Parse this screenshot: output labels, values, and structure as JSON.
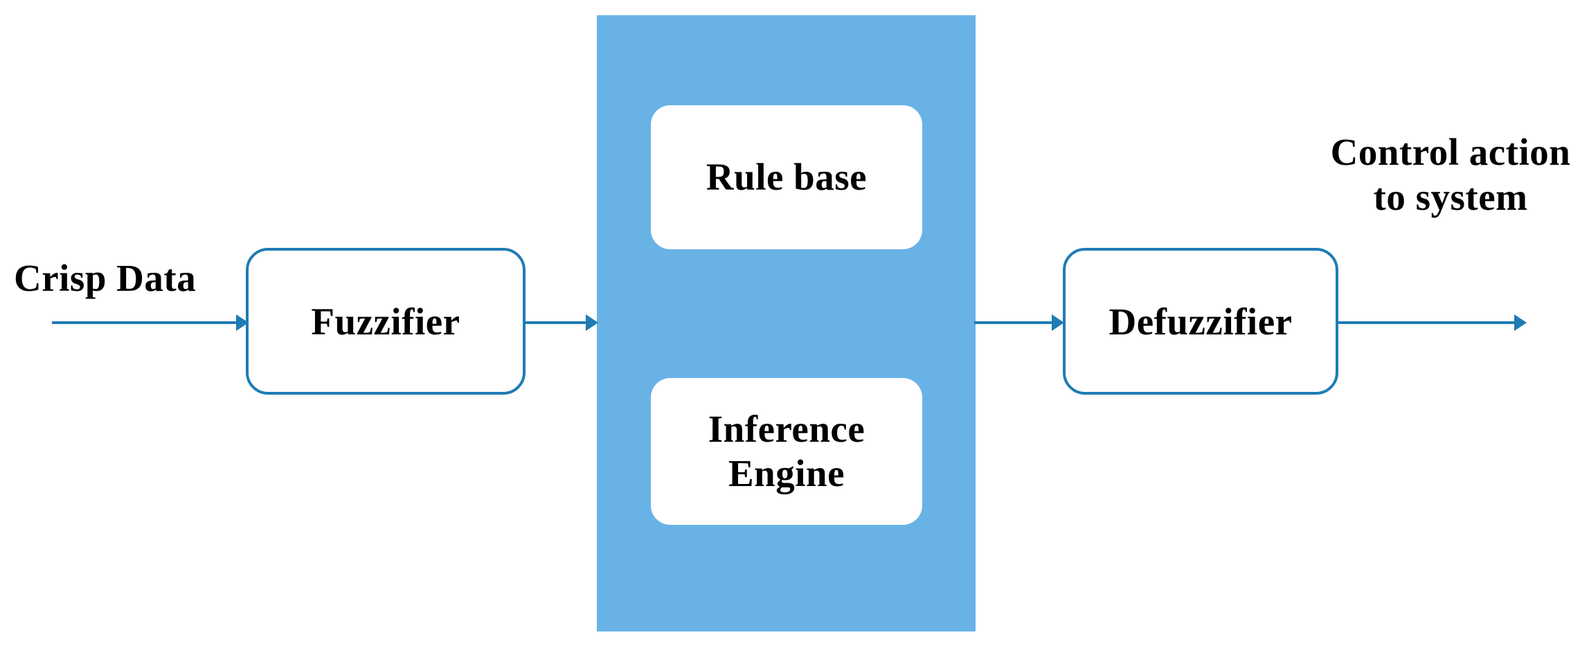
{
  "diagram": {
    "title": "Fuzzy logic controller block diagram",
    "colors": {
      "panel_fill": "#68b2e6",
      "line": "#1f7cb4",
      "box_border": "#1f7cb4",
      "box_fill": "#ffffff",
      "text": "#000000",
      "background": "#ffffff"
    },
    "labels": {
      "crisp_data": "Crisp Data",
      "control_action": "Control action\nto system"
    },
    "blocks": {
      "fuzzifier": "Fuzzifier",
      "rule_base": "Rule base",
      "inference_engine": "Inference\nEngine",
      "defuzzifier": "Defuzzifier"
    },
    "arrows": [
      {
        "name": "crisp-data-to-fuzzifier",
        "from": "Crisp Data",
        "to": "Fuzzifier"
      },
      {
        "name": "fuzzifier-to-controller",
        "from": "Fuzzifier",
        "to": "Fuzzy controller panel"
      },
      {
        "name": "controller-to-defuzzifier",
        "from": "Fuzzy controller panel",
        "to": "Defuzzifier"
      },
      {
        "name": "defuzzifier-to-system",
        "from": "Defuzzifier",
        "to": "Control action to system"
      }
    ]
  }
}
